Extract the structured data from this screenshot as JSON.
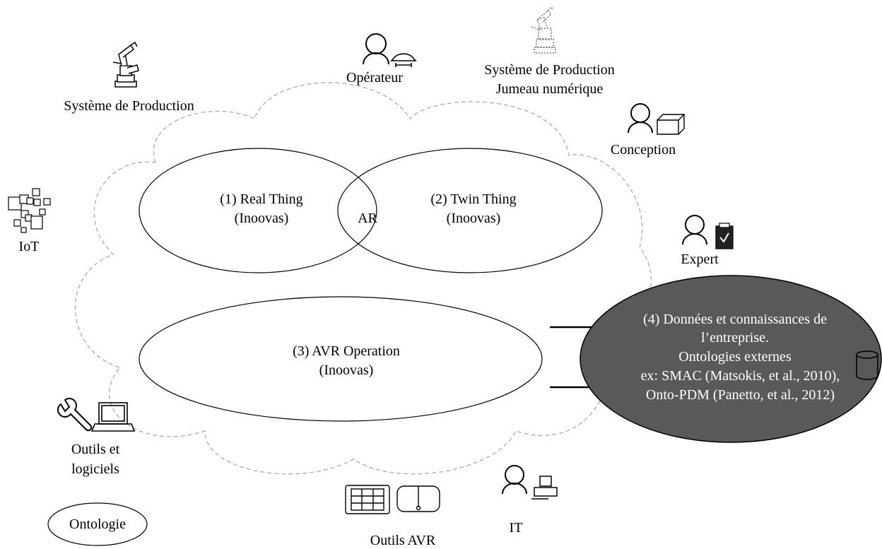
{
  "actors": {
    "production_system": "Système de Production",
    "operator": "Opérateur",
    "digital_twin": {
      "line1": "Système de Production",
      "line2": "Jumeau numérique"
    },
    "design": "Conception",
    "iot": "IoT",
    "expert": "Expert",
    "tools": {
      "line1": "Outils et",
      "line2": "logiciels"
    },
    "avr_tools": "Outils AVR",
    "it": "IT"
  },
  "nodes": {
    "real_thing": {
      "line1": "(1) Real Thing",
      "line2": "(Inoovas)"
    },
    "ar": "AR",
    "twin_thing": {
      "line1": "(2) Twin Thing",
      "line2": "(Inoovas)"
    },
    "avr_operation": {
      "line1": "(3) AVR Operation",
      "line2": "(Inoovas)"
    },
    "data": {
      "line1": "(4) Données et connaissances de",
      "line2": "l’entreprise.",
      "line3": "Ontologies externes",
      "line4": "ex: SMAC (Matsokis, et al., 2010),",
      "line5": "Onto-PDM (Panetto, et al., 2012)"
    }
  },
  "legend": {
    "ontology": "Ontologie"
  },
  "colors": {
    "cloud_stroke": "#aaaaaa",
    "data_fill": "#595959",
    "line": "#000000"
  }
}
